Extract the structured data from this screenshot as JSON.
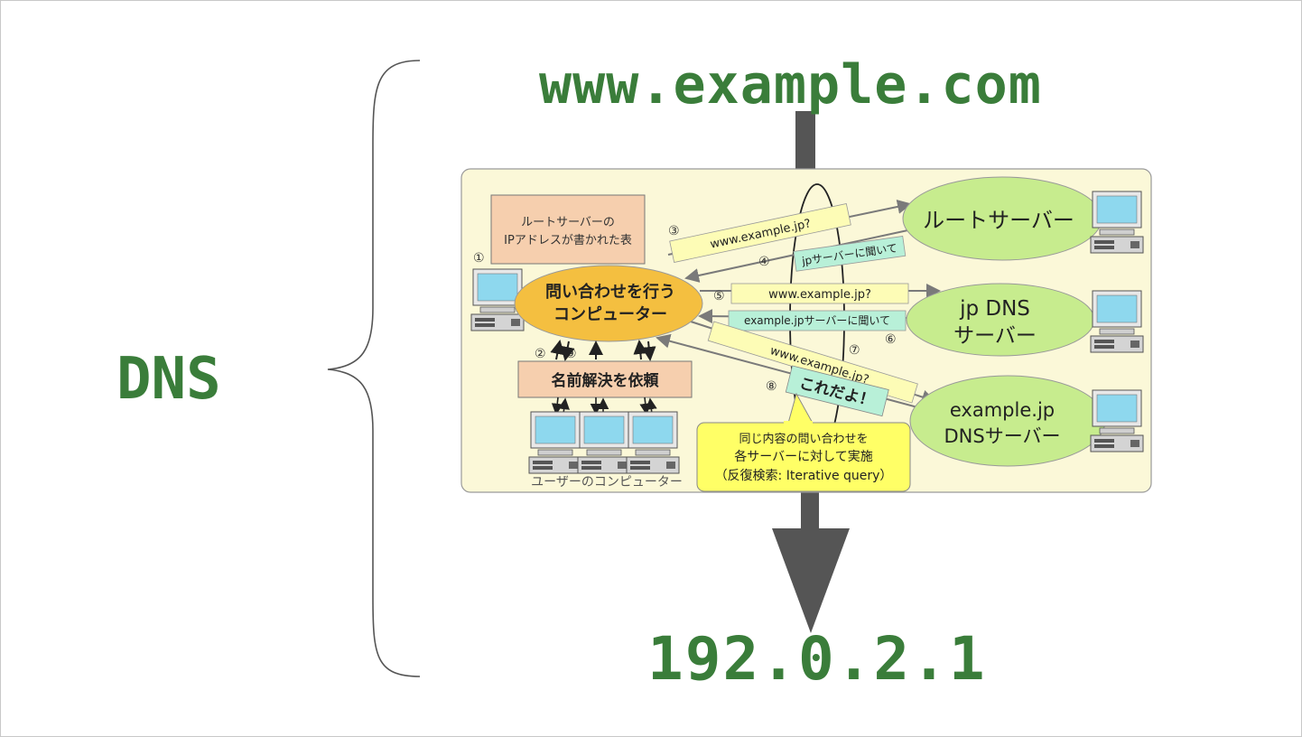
{
  "slide": {
    "dns_label": "DNS",
    "domain": "www.example.com",
    "ip_address": "192.0.2.1"
  },
  "diagram": {
    "root_table": [
      "ルートサーバーの",
      "IPアドレスが書かれた表"
    ],
    "querier": [
      "問い合わせを行う",
      "コンピューター"
    ],
    "request_box": "名前解決を依頼",
    "users_caption": "ユーザーのコンピューター",
    "root_server": "ルートサーバー",
    "jp_server": [
      "jp DNS",
      "サーバー"
    ],
    "example_server": [
      "example.jp",
      "DNSサーバー"
    ],
    "query_label": "www.example.jp?",
    "ask_jp": "jpサーバーに聞いて",
    "ask_example": "example.jpサーバーに聞いて",
    "answer": "これだよ！",
    "note": [
      "同じ内容の問い合わせを",
      "各サーバーに対して実施",
      "（反復検索: Iterative query）"
    ],
    "steps": [
      "①",
      "②",
      "③",
      "④",
      "⑤",
      "⑥",
      "⑦",
      "⑧",
      "⑨"
    ]
  },
  "colors": {
    "green_text": "#3a7d3a",
    "diagram_bg": "#fbf8d8",
    "server_ellipse": "#c7ec8e",
    "querier_ellipse": "#f4bf40",
    "salmon_box": "#f6cfae",
    "query_label": "#fdfcb6",
    "reply_label": "#b8f0d8",
    "note_bg": "#ffff66",
    "arrow": "#555555"
  }
}
